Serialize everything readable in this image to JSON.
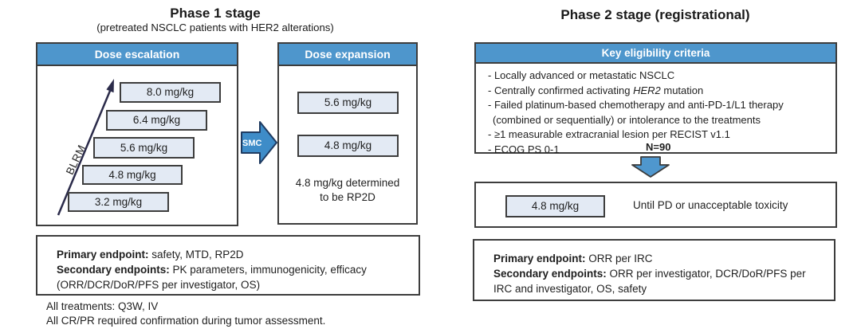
{
  "phase1": {
    "title": "Phase 1 stage",
    "subtitle": "(pretreated NSCLC patients with HER2 alterations)",
    "dose_escalation": {
      "header": "Dose escalation",
      "arrow_label": "BLRM",
      "doses": [
        "8.0 mg/kg",
        "6.4 mg/kg",
        "5.6 mg/kg",
        "4.8 mg/kg",
        "3.2 mg/kg"
      ]
    },
    "smc_arrow_label": "SMC",
    "dose_expansion": {
      "header": "Dose expansion",
      "doses": [
        "5.6 mg/kg",
        "4.8 mg/kg"
      ],
      "note_line1": "4.8 mg/kg determined",
      "note_line2": "to be RP2D"
    },
    "endpoints": {
      "primary_label": "Primary endpoint:",
      "primary_text": " safety, MTD, RP2D",
      "secondary_label": "Secondary endpoints:",
      "secondary_text": " PK parameters, immunogenicity, efficacy",
      "secondary_text2": "(ORR/DCR/DoR/PFS per investigator, OS)"
    },
    "footnote1": "All treatments: Q3W, IV",
    "footnote2": "All CR/PR required confirmation during tumor assessment."
  },
  "phase2": {
    "title": "Phase 2 stage (registrational)",
    "eligibility": {
      "header": "Key eligibility criteria",
      "line1": "- Locally advanced or metastatic NSCLC",
      "line2_prefix": "- Centrally confirmed activating ",
      "line2_italic": "HER2",
      "line2_suffix": " mutation",
      "line3": "- Failed platinum-based chemotherapy and anti-PD-1/L1 therapy",
      "line4": "(combined or sequentially) or intolerance to the treatments",
      "line5": "- ≥1 measurable extracranial lesion per RECIST v1.1",
      "line6": "- ECOG PS 0-1",
      "n_label": "N=90"
    },
    "treatment": {
      "dose": "4.8 mg/kg",
      "duration": "Until PD or unacceptable toxicity"
    },
    "endpoints": {
      "primary_label": "Primary endpoint:",
      "primary_text": " ORR per IRC",
      "secondary_label": "Secondary endpoints:",
      "secondary_text": " ORR per investigator, DCR/DoR/PFS per",
      "secondary_text2": "IRC and investigator, OS, safety"
    }
  },
  "colors": {
    "header_blue": "#4e96cc",
    "smc_arrow_blue": "#3e8cc8",
    "down_arrow_blue": "#4f97ce",
    "dose_box_fill": "#e3eaf4",
    "box_border": "#3d3d3d",
    "blrm_arrow_navy": "#2b2b4a"
  }
}
